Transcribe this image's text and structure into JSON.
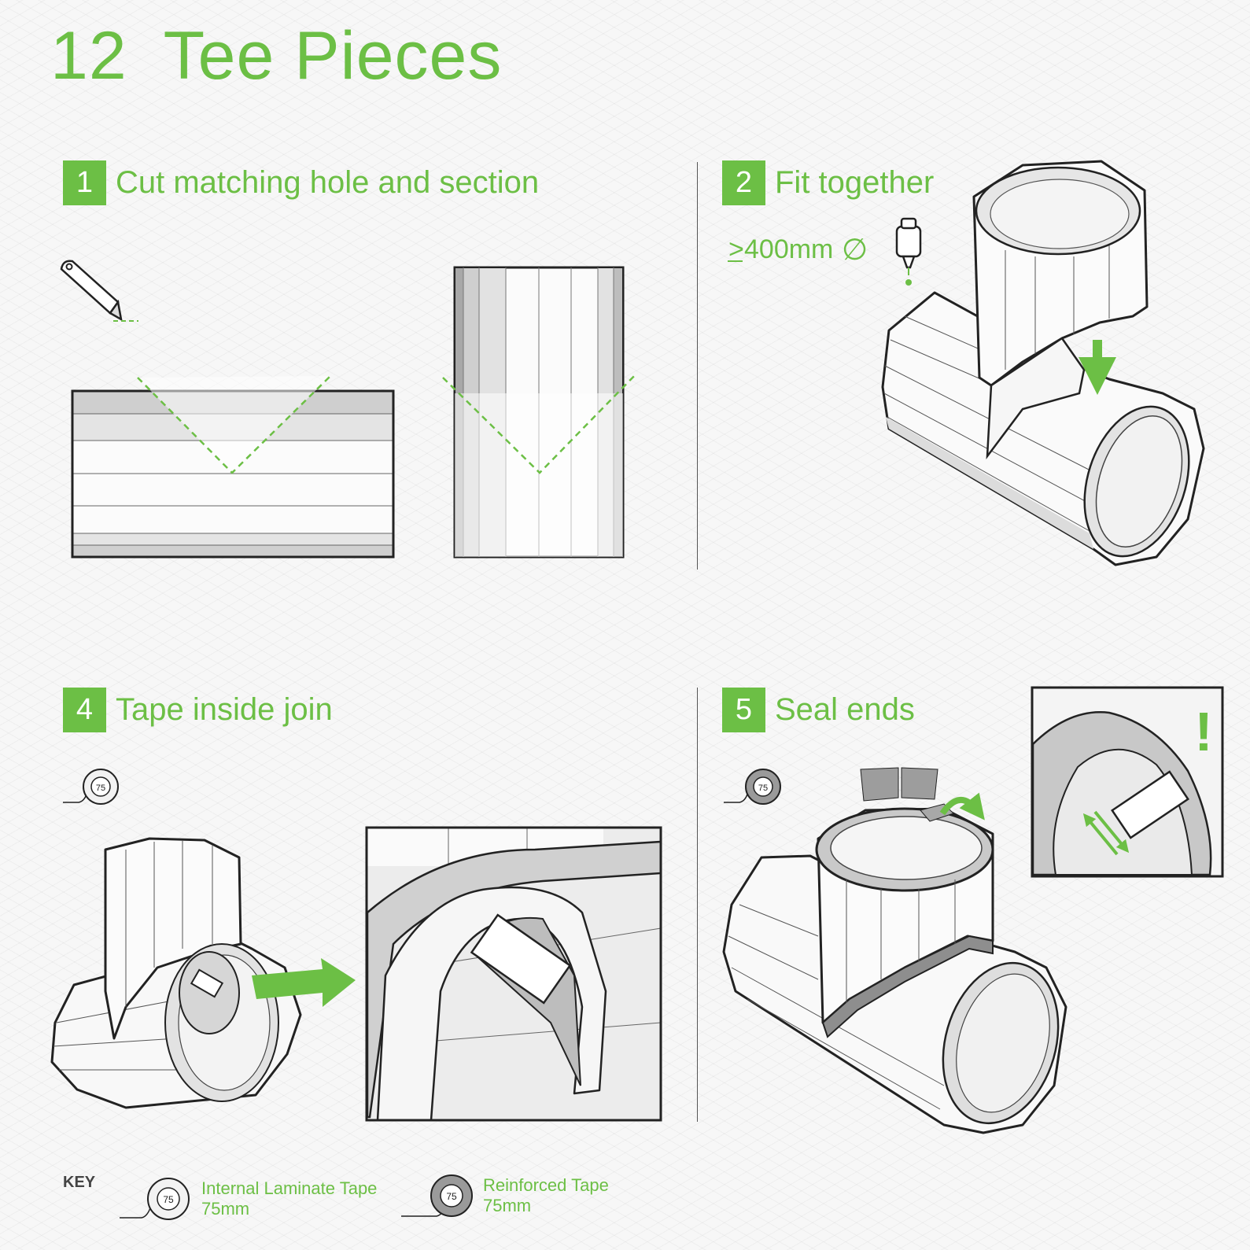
{
  "page": {
    "number": "12",
    "title": "Tee Pieces"
  },
  "steps": [
    {
      "number": "1",
      "title": "Cut matching hole and section"
    },
    {
      "number": "2",
      "title": "Fit together",
      "size_note": "400mm",
      "size_prefix": ">",
      "size_symbol": "∅"
    },
    {
      "number": "4",
      "title": "Tape inside join",
      "tape_label": "75"
    },
    {
      "number": "5",
      "title": "Seal ends",
      "tape_label": "75",
      "alert": "!"
    }
  ],
  "key": {
    "label": "KEY",
    "items": [
      {
        "roll_label": "75",
        "name": "Internal Laminate Tape",
        "size": "75mm"
      },
      {
        "roll_label": "75",
        "name": "Reinforced Tape",
        "size": "75mm"
      }
    ]
  },
  "colors": {
    "accent": "#6cbf45",
    "outline": "#222222",
    "panel_light": "#ffffff",
    "panel_grey": "#cfcfcf"
  }
}
